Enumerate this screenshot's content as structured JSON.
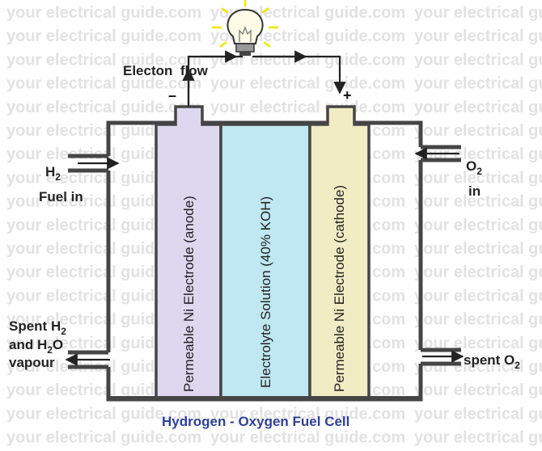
{
  "watermark": "your electrical guide.com",
  "caption": "Hydrogen - Oxygen Fuel Cell",
  "electron_flow_label": "Electon  flow",
  "anode_sign": "–",
  "cathode_sign": "+",
  "anode_label": "Permeable Ni Electrode (anode)",
  "electrolyte_label": "Electrolyte Solution (40% KOH)",
  "cathode_label": "Permeable Ni Electrode (cathode)",
  "h2_in": {
    "main": "H",
    "sub": "2",
    "line2": "Fuel in"
  },
  "o2_in": {
    "main": "O",
    "sub": "2",
    "line2": "in"
  },
  "spent_left": {
    "l1_main": "Spent H",
    "l1_sub": "2",
    "l2_main": "and H",
    "l2_sub": "2",
    "l2_end": "O",
    "l3": "vapour"
  },
  "spent_right": {
    "main": "spent O",
    "sub": "2"
  },
  "colors": {
    "anode": "#ddd8ef",
    "electrolyte": "#c0e8f3",
    "cathode": "#f1ecc4",
    "outline": "#454545",
    "caption": "#2e3f9e",
    "bulb_glow": "#f4e500",
    "watermark": "#e2e2e2"
  },
  "icons": {
    "bulb": "light-bulb-icon"
  }
}
